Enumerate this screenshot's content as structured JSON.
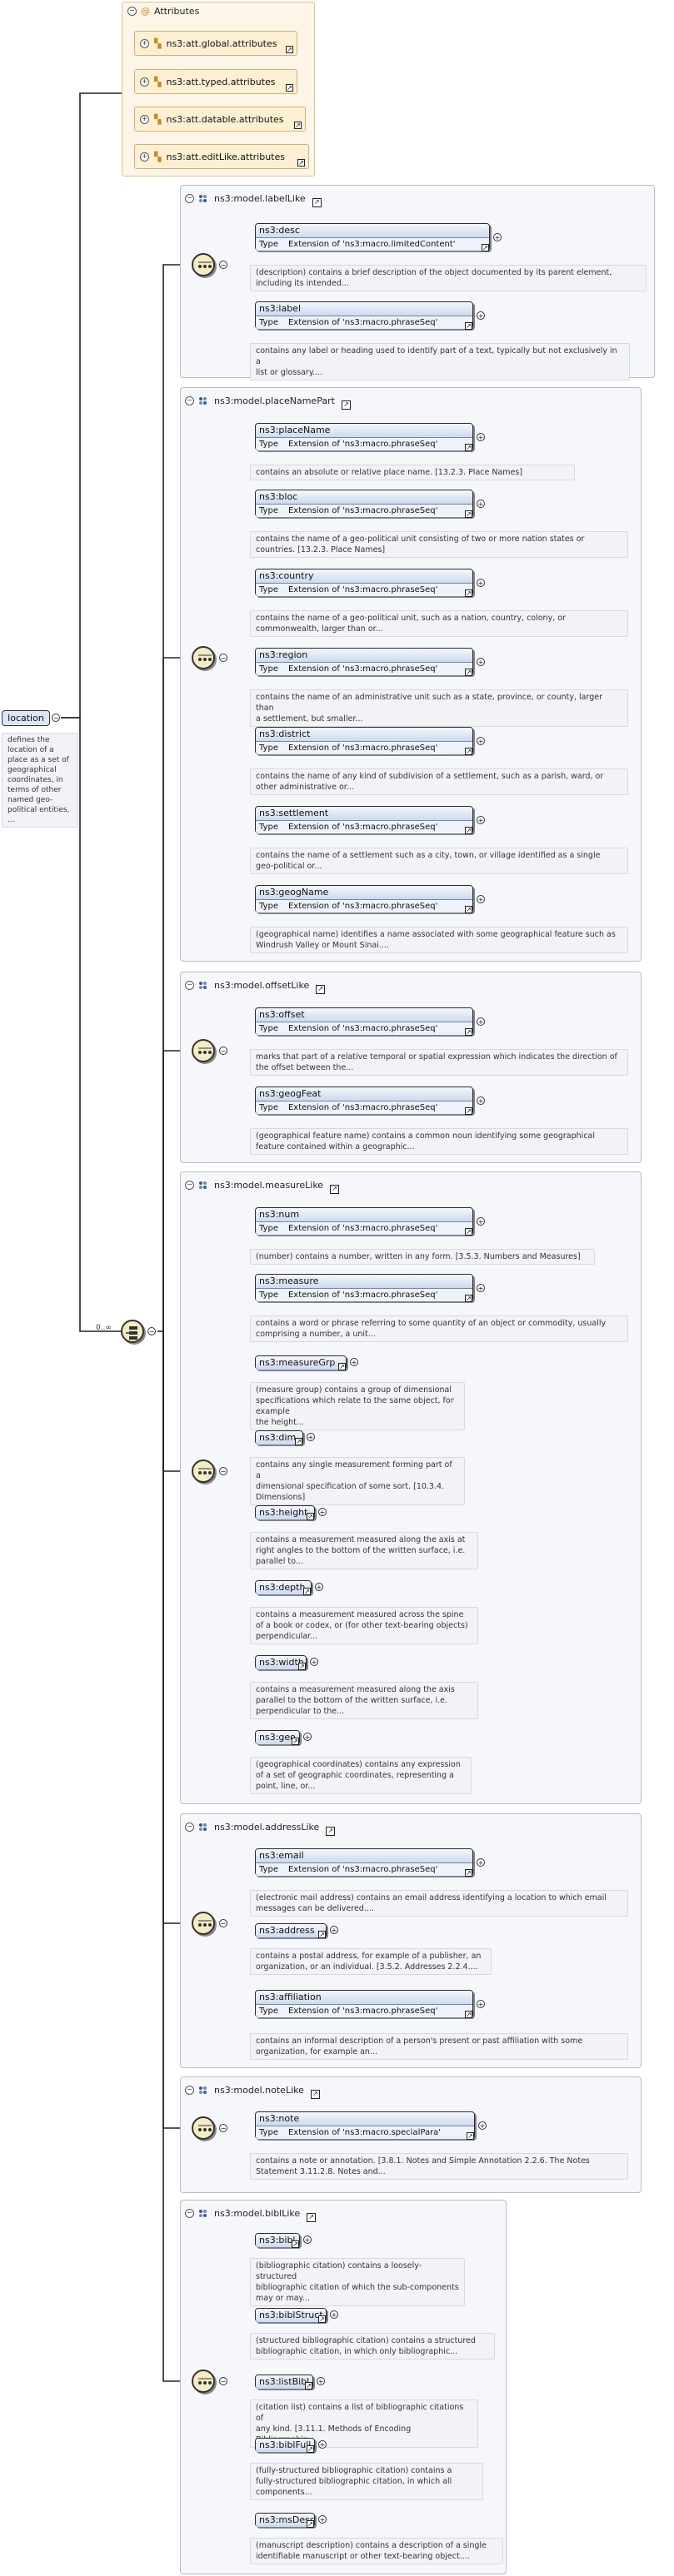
{
  "attributes": {
    "title": "Attributes",
    "items": [
      "ns3:att.global.attributes",
      "ns3:att.typed.attributes",
      "ns3:att.datable.attributes",
      "ns3:att.editLike.attributes"
    ]
  },
  "root": {
    "name": "location",
    "doc": "defines the location of a place as a set of geographical coordinates, in terms of other named geo-political entities, ..."
  },
  "choice_card": "0..∞",
  "type_label": "Type",
  "groups": [
    {
      "title": "ns3:model.labelLike",
      "elements": [
        {
          "name": "ns3:desc",
          "type": "Extension of 'ns3:macro.limitedContent'",
          "doc": [
            "(description) contains a brief description of the object documented by its parent element,",
            "including its intended..."
          ]
        },
        {
          "name": "ns3:label",
          "type": "Extension of 'ns3:macro.phraseSeq'",
          "doc": [
            "contains any label or heading used to identify part of a text, typically but not exclusively in a",
            "list or glossary...."
          ]
        }
      ]
    },
    {
      "title": "ns3:model.placeNamePart",
      "elements": [
        {
          "name": "ns3:placeName",
          "type": "Extension of 'ns3:macro.phraseSeq'",
          "doc": [
            "contains an absolute or relative place name. [13.2.3. Place Names]"
          ]
        },
        {
          "name": "ns3:bloc",
          "type": "Extension of 'ns3:macro.phraseSeq'",
          "doc": [
            "contains the name of a geo-political unit consisting of two or more nation states or",
            "countries. [13.2.3. Place Names]"
          ]
        },
        {
          "name": "ns3:country",
          "type": "Extension of 'ns3:macro.phraseSeq'",
          "doc": [
            "contains the name of a geo-political unit, such as a nation, country, colony, or",
            "commonwealth, larger than or..."
          ]
        },
        {
          "name": "ns3:region",
          "type": "Extension of 'ns3:macro.phraseSeq'",
          "doc": [
            "contains the name of an administrative unit such as a state, province, or county, larger than",
            "a settlement, but smaller..."
          ]
        },
        {
          "name": "ns3:district",
          "type": "Extension of 'ns3:macro.phraseSeq'",
          "doc": [
            "contains the name of any kind of subdivision of a settlement, such as a parish, ward, or",
            "other administrative or..."
          ]
        },
        {
          "name": "ns3:settlement",
          "type": "Extension of 'ns3:macro.phraseSeq'",
          "doc": [
            "contains the name of a settlement such as a city, town, or village identified as a single",
            "geo-political or..."
          ]
        },
        {
          "name": "ns3:geogName",
          "type": "Extension of 'ns3:macro.phraseSeq'",
          "doc": [
            "(geographical name) identifies a name associated with some geographical feature such as",
            "Windrush Valley or Mount Sinai...."
          ]
        }
      ]
    },
    {
      "title": "ns3:model.offsetLike",
      "elements": [
        {
          "name": "ns3:offset",
          "type": "Extension of 'ns3:macro.phraseSeq'",
          "doc": [
            "marks that part of a relative temporal or spatial expression which indicates the direction of",
            "the offset between the..."
          ]
        },
        {
          "name": "ns3:geogFeat",
          "type": "Extension of 'ns3:macro.phraseSeq'",
          "doc": [
            "(geographical feature name) contains a common noun identifying some geographical",
            "feature contained within a geographic..."
          ]
        }
      ]
    },
    {
      "title": "ns3:model.measureLike",
      "elements": [
        {
          "name": "ns3:num",
          "type": "Extension of 'ns3:macro.phraseSeq'",
          "doc": [
            "(number) contains a number, written in any form. [3.5.3. Numbers and Measures]"
          ]
        },
        {
          "name": "ns3:measure",
          "type": "Extension of 'ns3:macro.phraseSeq'",
          "doc": [
            "contains a word or phrase referring to some quantity of an object or commodity, usually",
            "comprising a number, a unit..."
          ]
        },
        {
          "name": "ns3:measureGrp",
          "type": "",
          "doc": [
            "(measure group) contains a group of dimensional",
            "specifications which relate to the same object, for example",
            "the height..."
          ]
        },
        {
          "name": "ns3:dim",
          "type": "",
          "doc": [
            "contains any single measurement forming part of a",
            "dimensional specification of some sort. [10.3.4.",
            "Dimensions]"
          ]
        },
        {
          "name": "ns3:height",
          "type": "",
          "doc": [
            "contains a measurement measured along the axis at",
            "right angles to the bottom of the written surface, i.e.",
            "parallel to..."
          ]
        },
        {
          "name": "ns3:depth",
          "type": "",
          "doc": [
            "contains a measurement measured across the spine",
            "of a book or codex, or (for other text-bearing objects)",
            "perpendicular..."
          ]
        },
        {
          "name": "ns3:width",
          "type": "",
          "doc": [
            "contains a measurement measured along the axis",
            "parallel to the bottom of the written surface, i.e.",
            "perpendicular to the..."
          ]
        },
        {
          "name": "ns3:geo",
          "type": "",
          "doc": [
            "(geographical coordinates) contains any expression",
            "of a set of geographic coordinates, representing a",
            "point, line, or..."
          ]
        }
      ]
    },
    {
      "title": "ns3:model.addressLike",
      "elements": [
        {
          "name": "ns3:email",
          "type": "Extension of 'ns3:macro.phraseSeq'",
          "doc": [
            "(electronic mail address) contains an email address identifying a location to which email",
            "messages can be delivered...."
          ]
        },
        {
          "name": "ns3:address",
          "type": "",
          "doc": [
            "contains a postal address, for example of a publisher, an",
            "organization, or an individual. [3.5.2. Addresses 2.2.4...."
          ]
        },
        {
          "name": "ns3:affiliation",
          "type": "Extension of 'ns3:macro.phraseSeq'",
          "doc": [
            "contains an informal description of a person's present or past affiliation with some",
            "organization, for example an..."
          ]
        }
      ]
    },
    {
      "title": "ns3:model.noteLike",
      "elements": [
        {
          "name": "ns3:note",
          "type": "Extension of 'ns3:macro.specialPara'",
          "doc": [
            "contains a note or annotation. [3.8.1. Notes and Simple Annotation 2.2.6. The Notes",
            "Statement 3.11.2.8. Notes and..."
          ]
        }
      ]
    },
    {
      "title": "ns3:model.biblLike",
      "elements": [
        {
          "name": "ns3:bibl",
          "type": "",
          "doc": [
            "(bibliographic citation) contains a loosely-structured",
            "bibliographic citation of which the sub-components",
            "may or may..."
          ]
        },
        {
          "name": "ns3:biblStruct",
          "type": "",
          "doc": [
            "(structured bibliographic citation) contains a structured",
            "bibliographic citation, in which only bibliographic..."
          ]
        },
        {
          "name": "ns3:listBibl",
          "type": "",
          "doc": [
            "(citation list) contains a list of bibliographic citations of",
            "any kind. [3.11.1. Methods of Encoding Bibliographic..."
          ]
        },
        {
          "name": "ns3:biblFull",
          "type": "",
          "doc": [
            "(fully-structured bibliographic citation) contains a",
            "fully-structured bibliographic citation, in which all",
            "components..."
          ]
        },
        {
          "name": "ns3:msDesc",
          "type": "",
          "doc": [
            "(manuscript description) contains a description of a single",
            "identifiable manuscript or other text-bearing object...."
          ]
        }
      ]
    }
  ]
}
